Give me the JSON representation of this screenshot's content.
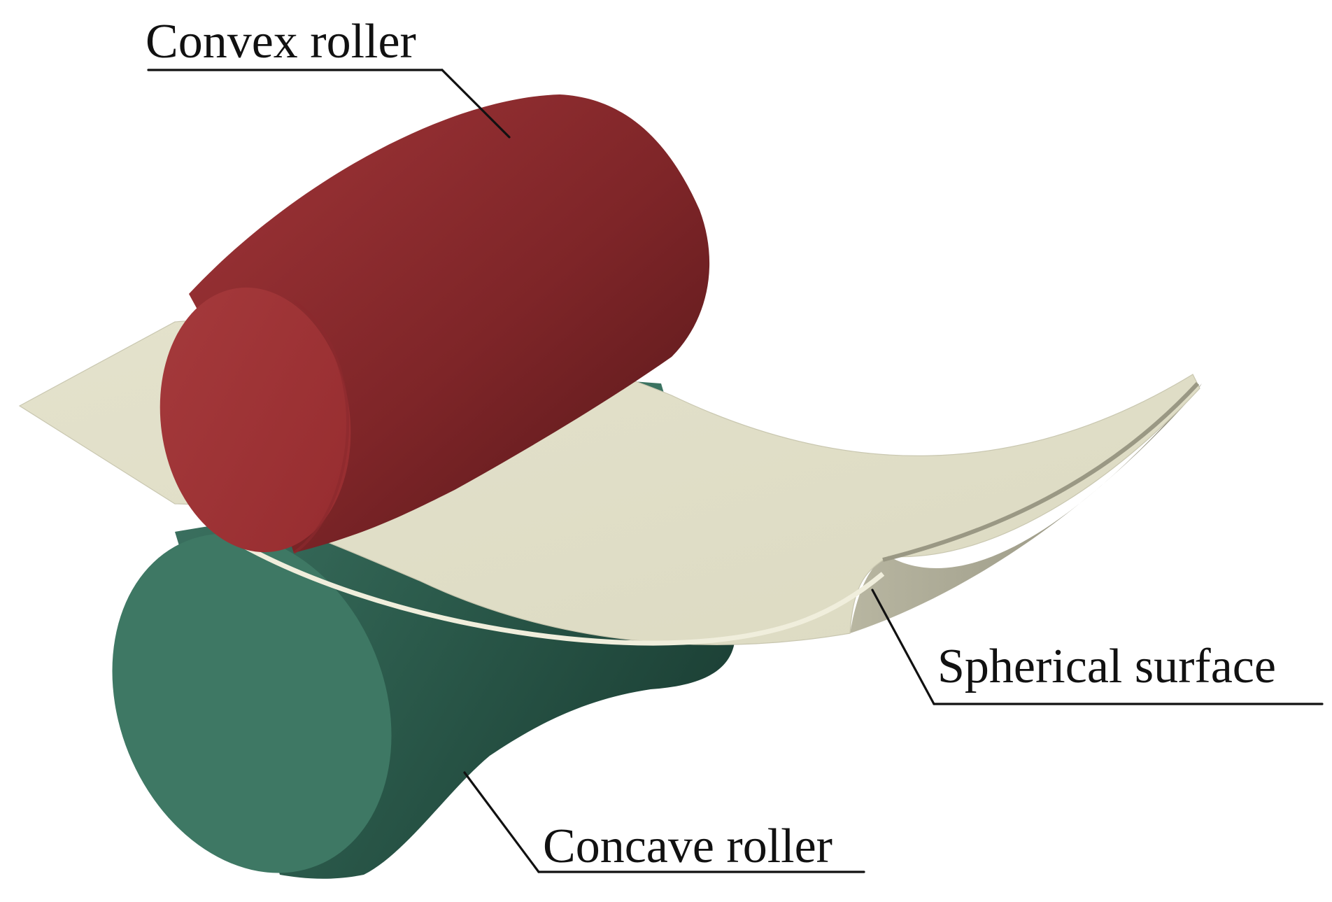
{
  "labels": {
    "convex_roller": "Convex roller",
    "spherical_surface": "Spherical surface",
    "concave_roller": "Concave roller"
  },
  "colors": {
    "background": "#ffffff",
    "convex_roller": "#a13538",
    "convex_roller_dark": "#5c1a1d",
    "concave_roller": "#3e7764",
    "concave_roller_dark": "#1f4a3d",
    "sheet_top": "#e1dfc8",
    "sheet_edge": "#a7a591",
    "label_text": "#111111"
  }
}
